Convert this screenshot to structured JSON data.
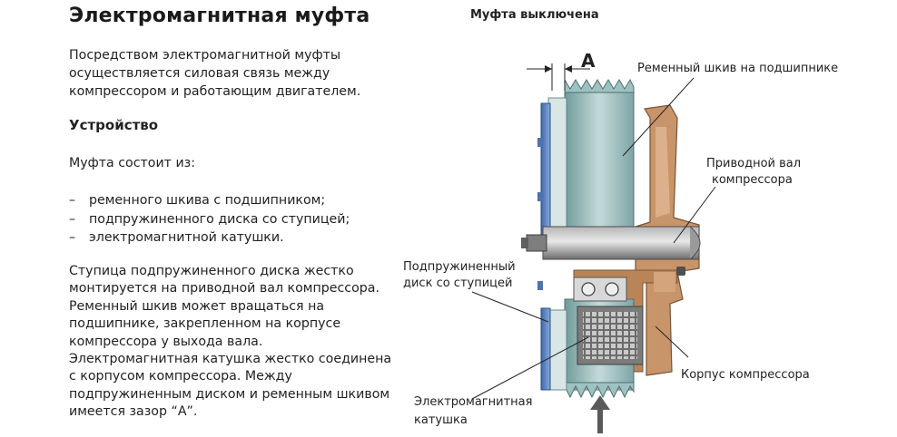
{
  "title": "Электромагнитная муфта",
  "intro": "Посредством электромагнитной муфты осуществляется силовая связь между компрессором и работающим двигателем.",
  "section_heading": "Устройство",
  "consists_of": "Муфта состоит из:",
  "parts": [
    {
      "dash": "–",
      "text": "ременного шкива с подшипником;"
    },
    {
      "dash": "–",
      "text": "подпружиненного диска со ступицей;"
    },
    {
      "dash": "–",
      "text": "электромагнитной катушки."
    }
  ],
  "description": "Ступица подпружиненного диска жестко монтируется на приводной вал компрессора. Ременный шкив может вращаться на подшипнике, закрепленном на корпусе компрессора у выхода вала. Электромагнитная катушка жестко соединена с корпусом компрессора. Между подпружиненным диском и ременным шкивом имеется зазор “А”.",
  "diagram": {
    "title": "Муфта выключена",
    "gap_label": "A",
    "labels": {
      "pulley": "Ременный шкив на подшипнике",
      "shaft_line1": "Приводной вал",
      "shaft_line2": "компрессора",
      "disc_line1": "Подпружиненный",
      "disc_line2": "диск со ступицей",
      "housing": "Корпус компрессора",
      "coil_line1": "Электромагнитная",
      "coil_line2": "катушка"
    },
    "colors": {
      "pulley_teal": "#8fb3b4",
      "pulley_light": "#c4dad9",
      "housing_brown": "#c8946a",
      "housing_light": "#dcb08a",
      "shaft_gray": "#8a8a8a",
      "disc_blue": "#5b86c4",
      "coil_gray": "#6e6e6e"
    }
  }
}
